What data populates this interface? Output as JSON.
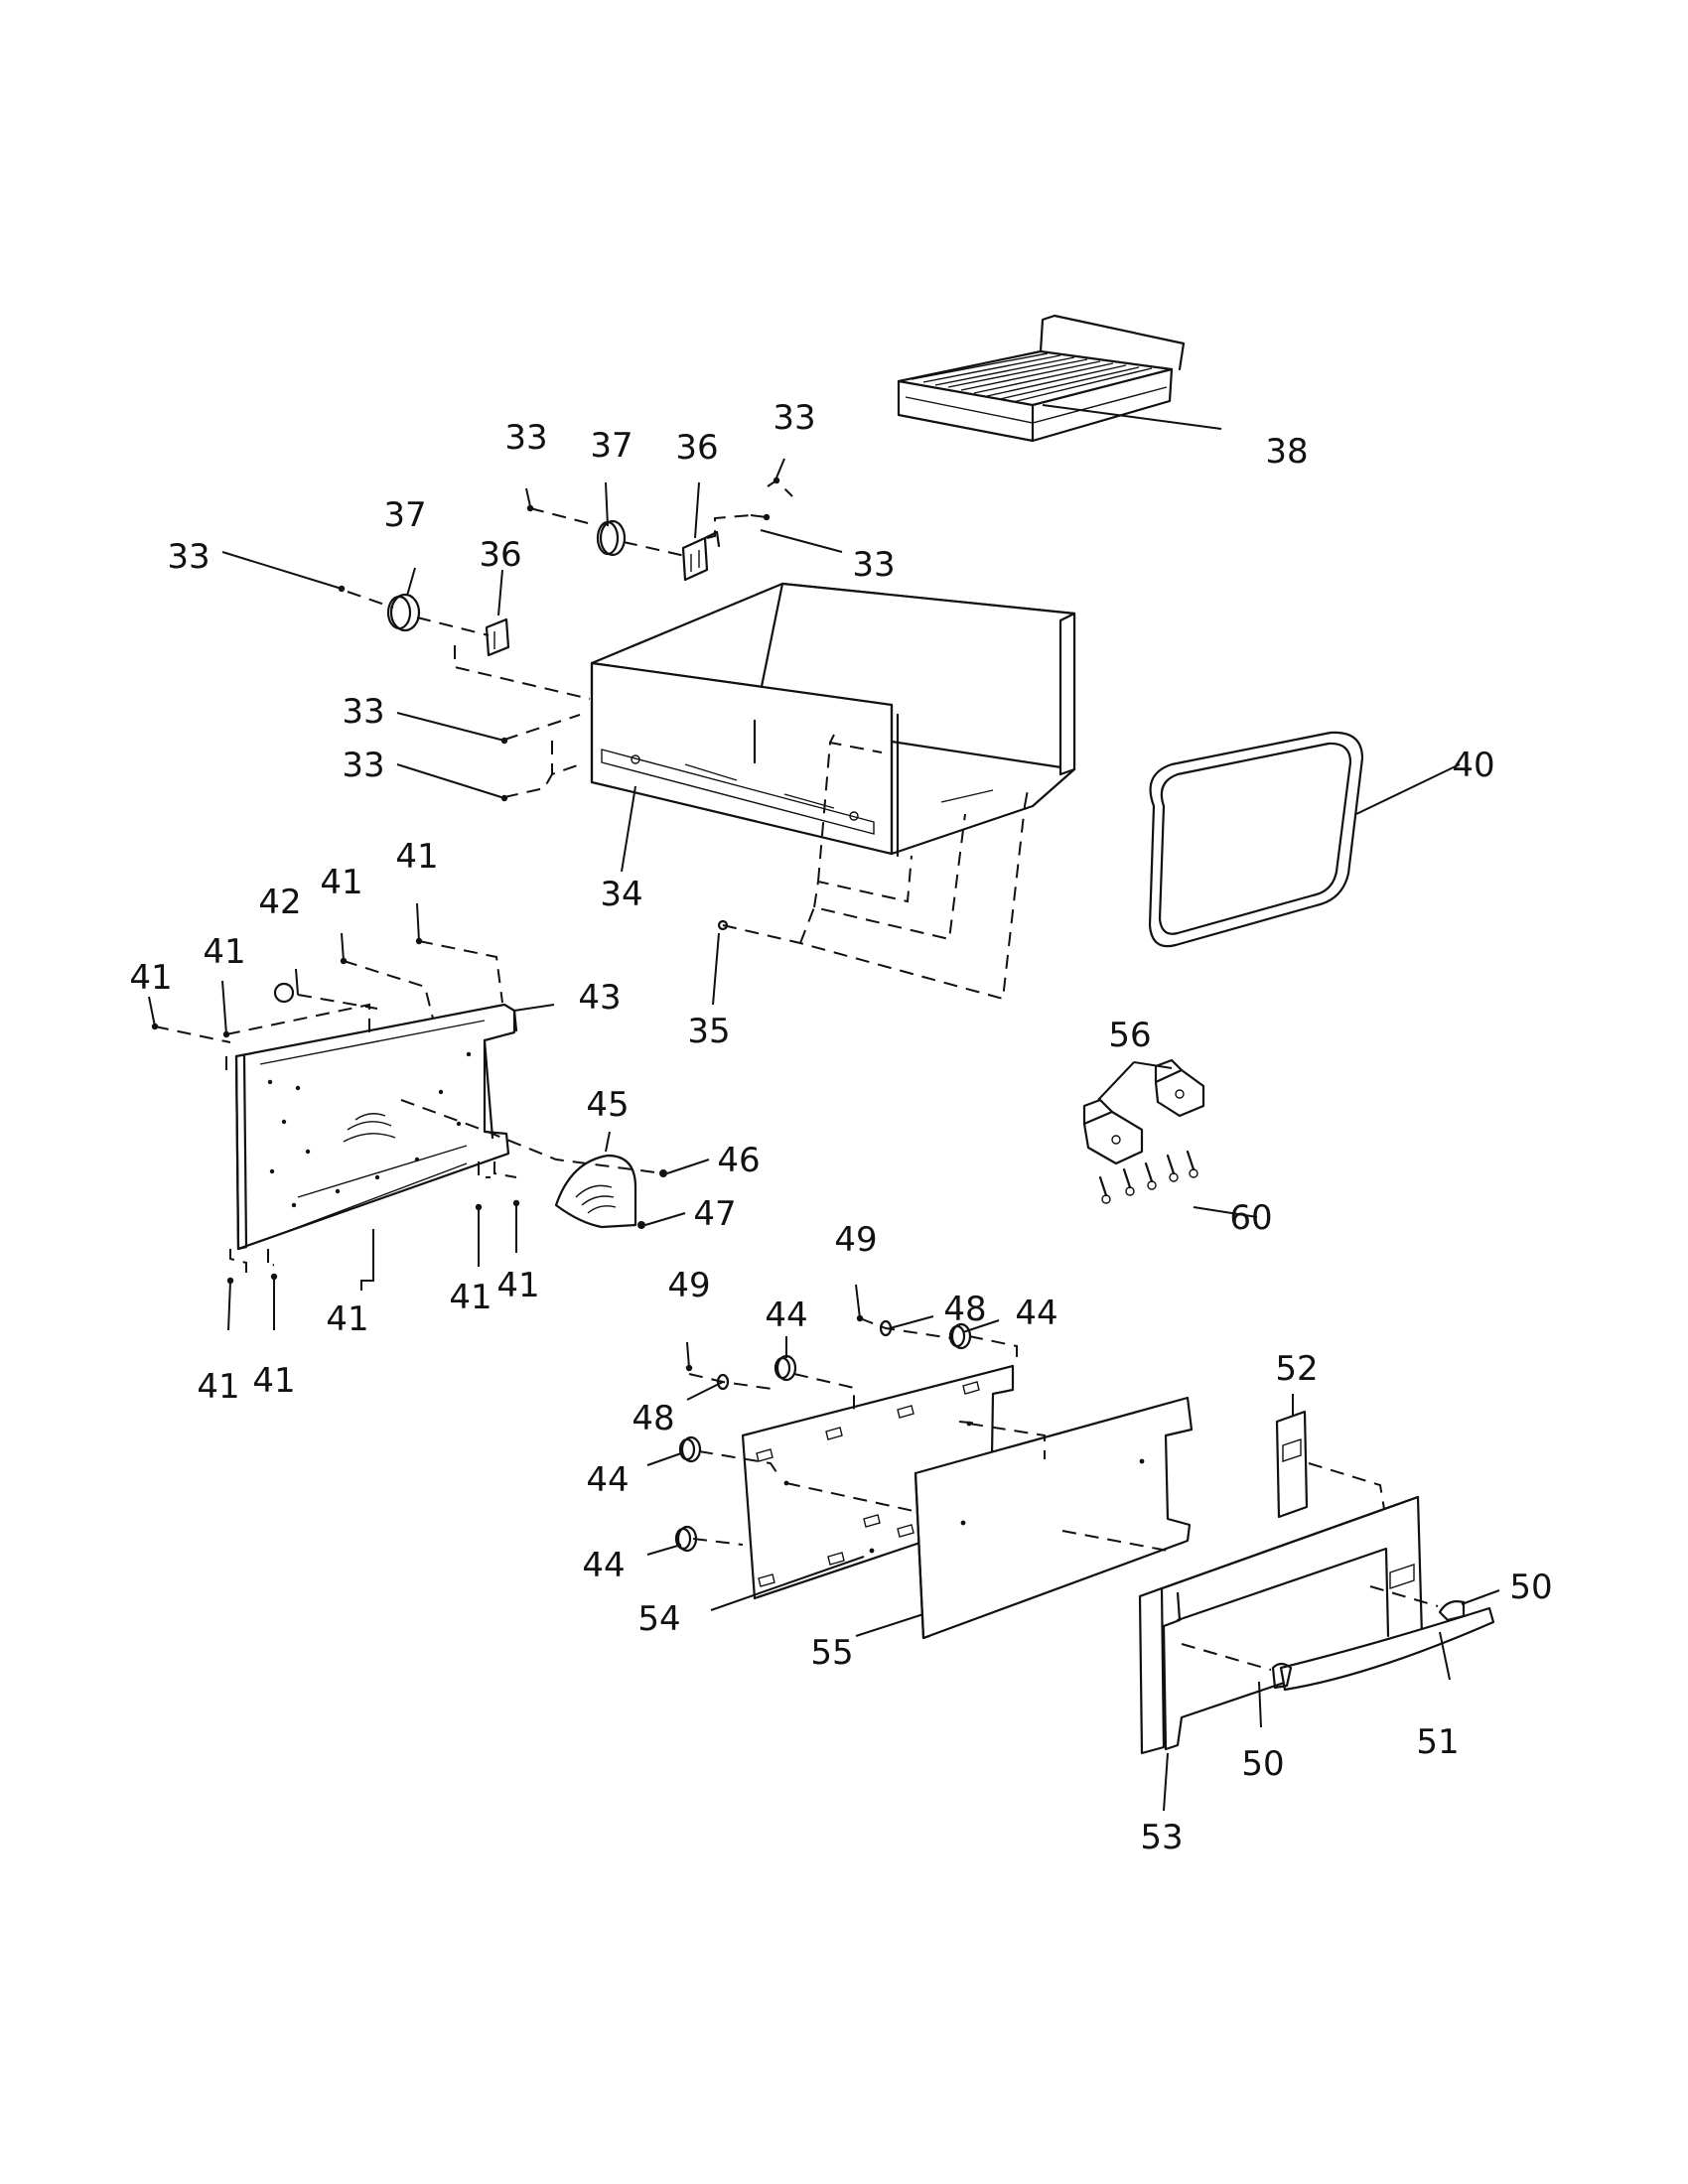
{
  "callouts": [
    {
      "id": "c33a",
      "label": "33"
    },
    {
      "id": "c33b",
      "label": "33"
    },
    {
      "id": "c33c",
      "label": "33"
    },
    {
      "id": "c33d",
      "label": "33"
    },
    {
      "id": "c33e",
      "label": "33"
    },
    {
      "id": "c33f",
      "label": "33"
    },
    {
      "id": "c34",
      "label": "34"
    },
    {
      "id": "c35",
      "label": "35"
    },
    {
      "id": "c36a",
      "label": "36"
    },
    {
      "id": "c36b",
      "label": "36"
    },
    {
      "id": "c37a",
      "label": "37"
    },
    {
      "id": "c37b",
      "label": "37"
    },
    {
      "id": "c38",
      "label": "38"
    },
    {
      "id": "c40",
      "label": "40"
    },
    {
      "id": "c41a",
      "label": "41"
    },
    {
      "id": "c41b",
      "label": "41"
    },
    {
      "id": "c41c",
      "label": "41"
    },
    {
      "id": "c41d",
      "label": "41"
    },
    {
      "id": "c41e",
      "label": "41"
    },
    {
      "id": "c41f",
      "label": "41"
    },
    {
      "id": "c41g",
      "label": "41"
    },
    {
      "id": "c41h",
      "label": "41"
    },
    {
      "id": "c41i",
      "label": "41"
    },
    {
      "id": "c42",
      "label": "42"
    },
    {
      "id": "c43",
      "label": "43"
    },
    {
      "id": "c44a",
      "label": "44"
    },
    {
      "id": "c44b",
      "label": "44"
    },
    {
      "id": "c44c",
      "label": "44"
    },
    {
      "id": "c44d",
      "label": "44"
    },
    {
      "id": "c45",
      "label": "45"
    },
    {
      "id": "c46",
      "label": "46"
    },
    {
      "id": "c47",
      "label": "47"
    },
    {
      "id": "c48a",
      "label": "48"
    },
    {
      "id": "c48b",
      "label": "48"
    },
    {
      "id": "c49a",
      "label": "49"
    },
    {
      "id": "c49b",
      "label": "49"
    },
    {
      "id": "c50a",
      "label": "50"
    },
    {
      "id": "c50b",
      "label": "50"
    },
    {
      "id": "c51",
      "label": "51"
    },
    {
      "id": "c52",
      "label": "52"
    },
    {
      "id": "c53",
      "label": "53"
    },
    {
      "id": "c54",
      "label": "54"
    },
    {
      "id": "c55",
      "label": "55"
    },
    {
      "id": "c56",
      "label": "56"
    },
    {
      "id": "c60",
      "label": "60"
    }
  ]
}
